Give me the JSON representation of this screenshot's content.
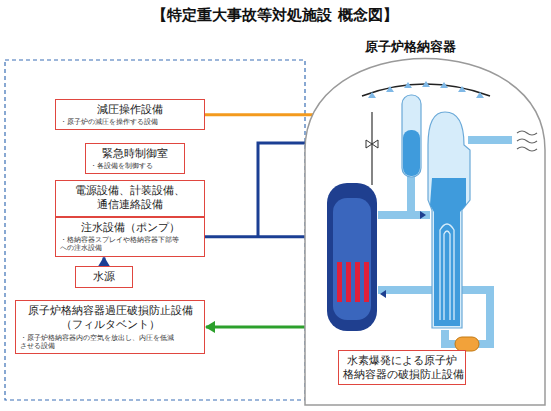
{
  "diagram": {
    "title": "【特定重大事故等対処施設 概念図】",
    "nodes": [
      {
        "text": [
          "原子炉格納容器"
        ]
      },
      {
        "text": [
          "減圧操作設備",
          "・原子炉の減圧を操作する設備"
        ]
      },
      {
        "text": [
          "緊急時制御室",
          "・各設備を制御する"
        ]
      },
      {
        "text": [
          "電源設備、計装設備、 通信連絡設備"
        ]
      },
      {
        "text": [
          "注水設備（ポンプ）",
          "・格納容器スプレイや格納容器下部等 への注水設備"
        ]
      },
      {
        "text": [
          "水源"
        ]
      },
      {
        "text": [
          "原子炉格納容器過圧破損防止設備 （フィルタベント）",
          "・原子炉格納容器内の空気を放出し、内圧を低減 させる設備"
        ]
      },
      {
        "text": [
          "水素爆発による原子炉 格納容器の破損防止設備"
        ],
        "in": 0
      }
    ],
    "edges": [
      {
        "from": 1,
        "to": 0,
        "arrow": "to"
      },
      {
        "from": 4,
        "to": 0,
        "arrow": "to"
      },
      {
        "from": 5,
        "to": 4,
        "arrow": "to"
      },
      {
        "from": 0,
        "to": 6,
        "arrow": "to"
      }
    ]
  }
}
